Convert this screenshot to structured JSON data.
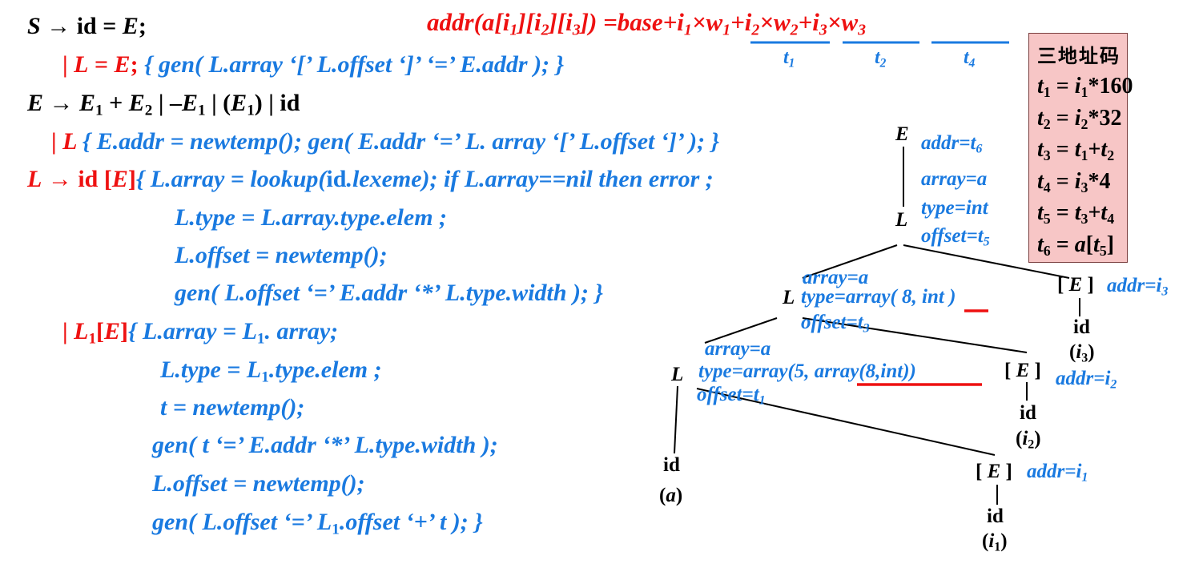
{
  "formula": {
    "lhs_func": "addr",
    "lhs_array": "a",
    "i1": "i",
    "i1_sub": "1",
    "i2": "i",
    "i2_sub": "2",
    "i3": "i",
    "i3_sub": "3",
    "eq": ")",
    "base": "base",
    "w1": "w",
    "w1_sub": "1",
    "w2": "w",
    "w2_sub": "2",
    "w3": "w",
    "w3_sub": "3",
    "brace_t1": "t",
    "brace_t1_sub": "1",
    "brace_t2": "t",
    "brace_t2_sub": "2",
    "brace_t4": "t",
    "brace_t4_sub": "4"
  },
  "grammar": {
    "r1_lhs": "S",
    "r1_rhs": "id = ",
    "r1_E": "E",
    "r1_semi": ";",
    "r2_bar": "| ",
    "r2_prod_L": "L",
    "r2_prod_eq": " = ",
    "r2_prod_E": "E",
    "r2_prod_semi": ";",
    "r2_action_a": " { gen( L.array ‘[’ L.offset ‘]’ ‘=’ E.addr ); }",
    "r3_lhs": "E",
    "r3_E1": "E",
    "r3_plus": " + ",
    "r3_E2": "E",
    "r3_bar1": " | –",
    "r3_E1b": "E",
    "r3_bar2": " | (",
    "r3_E1c": "E",
    "r3_close": ") | id",
    "r4_bar": "| ",
    "r4_L": "L",
    "r4_action": " { E.addr = newtemp(); gen( E.addr ‘=’ L. array ‘[’ L.offset ‘]’ ); }",
    "r5_lhs": "L",
    "r5_id": "id [",
    "r5_E": "E",
    "r5_close": "]",
    "r5_action_a": "{ L.array = lookup(",
    "r5_action_id": "id",
    "r5_action_b": ".lexeme); if L.array==nil then error ;",
    "r6": "L.type = L.array.type.elem ;",
    "r7": "L.offset = newtemp();",
    "r8": "gen( L.offset ‘=’ E.addr ‘*’ L.type.width ); }",
    "r9_bar": "| ",
    "r9_L": "L",
    "r9_open": "[",
    "r9_E": "E",
    "r9_close": "]",
    "r9_action_a": "{ L.array = L",
    "r9_action_b": ". array;",
    "r10_a": "L.type = L",
    "r10_b": ".type.elem ;",
    "r11": "t = newtemp();",
    "r12": "gen( t ‘=’ E.addr ‘*’ L.type.width );",
    "r13": "L.offset = newtemp();",
    "r14_a": "gen( L.offset ‘=’ L",
    "r14_b": ".offset ‘+’ t ); }"
  },
  "tree": {
    "root_label": "E",
    "root_addr": "addr=t",
    "root_addr_sub": "6",
    "L3_label": "L",
    "L3_array": "array=a",
    "L3_type": "type=int",
    "L3_offset": "offset=t",
    "L3_offset_sub": "5",
    "L2_label": "L",
    "L2_array": "array=a",
    "L2_type_a": "type=array( 8, ",
    "L2_type_int": "int",
    "L2_type_b": " )",
    "L2_offset": "offset=t",
    "L2_offset_sub": "3",
    "L1_label": "L",
    "L1_array": "array=a",
    "L1_type_a": "type=array(5, ",
    "L1_type_inner": "array(8,int)",
    "L1_type_b": ")",
    "L1_offset": "offset=t",
    "L1_offset_sub": "1",
    "E3_open": "[ ",
    "E3_label": "E",
    "E3_close": " ]",
    "E3_addr": "addr=i",
    "E3_addr_sub": "3",
    "E3_id": "id",
    "E3_i": "i",
    "E3_i_sub": "3",
    "E2_open": "[ ",
    "E2_label": "E",
    "E2_close": " ]",
    "E2_addr": "addr=i",
    "E2_addr_sub": "2",
    "E2_id": "id",
    "E2_i": "i",
    "E2_i_sub": "2",
    "E1_open": "[ ",
    "E1_label": "E",
    "E1_close": " ]",
    "E1_addr": "addr=i",
    "E1_addr_sub": "1",
    "E1_id": "id",
    "E1_i": "i",
    "E1_i_sub": "1",
    "id_a": "id",
    "a_var": "a"
  },
  "three_address": {
    "title": "三地址码",
    "c1_a": "t",
    "c1_sub": "1",
    "c1_b": " = ",
    "c1_i": "i",
    "c1_isub": "1",
    "c1_c": "*160",
    "c2_a": "t",
    "c2_sub": "2",
    "c2_b": " = ",
    "c2_i": "i",
    "c2_isub": "2",
    "c2_c": "*32",
    "c3_a": "t",
    "c3_sub": "3",
    "c3_b": " = ",
    "c3_t1": "t",
    "c3_t1sub": "1",
    "c3_plus": "+",
    "c3_t2": "t",
    "c3_t2sub": "2",
    "c4_a": "t",
    "c4_sub": "4",
    "c4_b": " = ",
    "c4_i": "i",
    "c4_isub": "3",
    "c4_c": "*4",
    "c5_a": "t",
    "c5_sub": "5",
    "c5_b": " = ",
    "c5_t3": "t",
    "c5_t3sub": "3",
    "c5_plus": "+",
    "c5_t4": "t",
    "c5_t4sub": "4",
    "c6_a": "t",
    "c6_sub": "6",
    "c6_b": " = ",
    "c6_arr": "a",
    "c6_open": "[",
    "c6_t5": "t",
    "c6_t5sub": "5",
    "c6_close": "]"
  },
  "colors": {
    "red": "#ee1111",
    "blue": "#1a7ae0",
    "pink": "#f7c6c6"
  }
}
